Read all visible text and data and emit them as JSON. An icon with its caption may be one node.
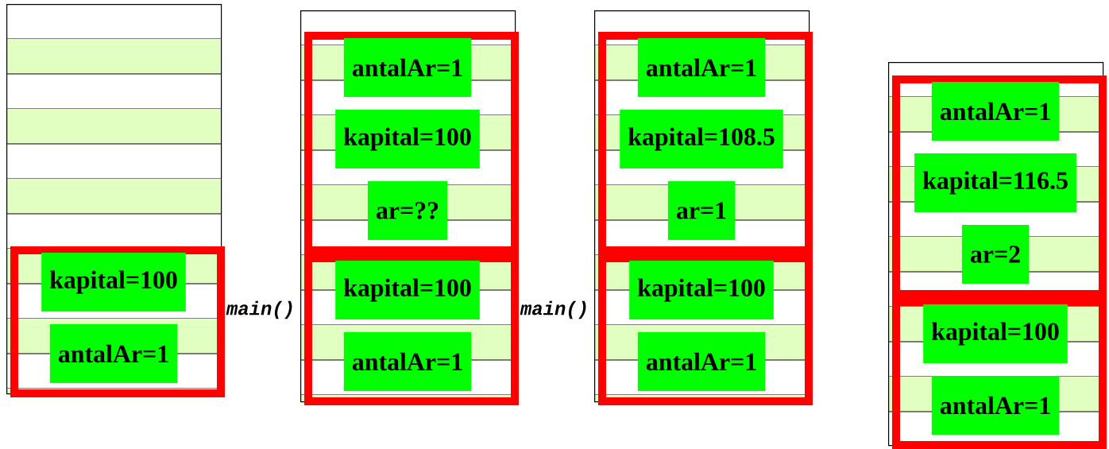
{
  "diagram": {
    "nodes": [
      {
        "text": [],
        "shape": "box"
      },
      {
        "text": [],
        "shape": "box",
        "in": 0
      },
      {
        "text": [
          "kapital=100"
        ],
        "in": 1
      },
      {
        "text": [
          "antalAr=1"
        ],
        "in": 1
      },
      {
        "text": [],
        "shape": "box"
      },
      {
        "text": [],
        "shape": "box",
        "in": 4
      },
      {
        "text": [
          "antalAr=1"
        ],
        "in": 5
      },
      {
        "text": [
          "kapital=100"
        ],
        "in": 5
      },
      {
        "text": [
          "ar=??"
        ],
        "in": 5
      },
      {
        "text": [],
        "shape": "box",
        "in": 4
      },
      {
        "text": [
          "kapital=100"
        ],
        "in": 9
      },
      {
        "text": [
          "antalAr=1"
        ],
        "in": 9
      },
      {
        "text": [],
        "shape": "box"
      },
      {
        "text": [],
        "shape": "box",
        "in": 12
      },
      {
        "text": [
          "antalAr=1"
        ],
        "in": 13
      },
      {
        "text": [
          "kapital=108.5"
        ],
        "in": 13
      },
      {
        "text": [
          "ar=1"
        ],
        "in": 13
      },
      {
        "text": [],
        "shape": "box",
        "in": 12
      },
      {
        "text": [
          "kapital=100"
        ],
        "in": 17
      },
      {
        "text": [
          "antalAr=1"
        ],
        "in": 17
      },
      {
        "text": [],
        "shape": "box"
      },
      {
        "text": [],
        "shape": "box",
        "in": 20
      },
      {
        "text": [
          "antalAr=1"
        ],
        "in": 21
      },
      {
        "text": [
          "kapital=116.5"
        ],
        "in": 21
      },
      {
        "text": [
          "ar=2"
        ],
        "in": 21
      },
      {
        "text": [],
        "shape": "box",
        "in": 20
      },
      {
        "text": [
          "kapital=100"
        ],
        "in": 25
      },
      {
        "text": [
          "antalAr=1"
        ],
        "in": 25
      }
    ],
    "labels": [
      "main()",
      "main()"
    ]
  }
}
